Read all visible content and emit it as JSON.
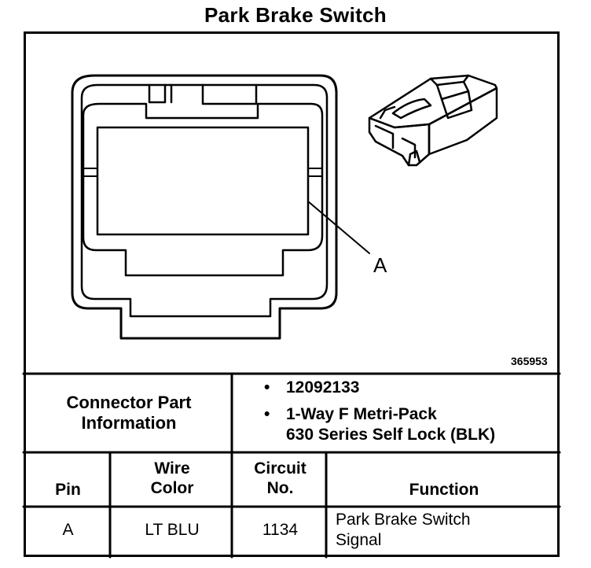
{
  "title": "Park Brake Switch",
  "figure_number": "365953",
  "callout_label": "A",
  "connector_info": {
    "label_line1": "Connector Part",
    "label_line2": "Information",
    "bullet": "•",
    "part_number": "12092133",
    "description_line1": "1-Way F Metri-Pack",
    "description_line2": "630 Series Self Lock (BLK)"
  },
  "table": {
    "headers": {
      "pin": "Pin",
      "wire_line1": "Wire",
      "wire_line2": "Color",
      "circuit_line1": "Circuit",
      "circuit_line2": "No.",
      "function": "Function"
    },
    "rows": [
      {
        "pin": "A",
        "wire_color": "LT BLU",
        "circuit": "1134",
        "function_line1": "Park Brake Switch",
        "function_line2": "Signal"
      }
    ]
  }
}
